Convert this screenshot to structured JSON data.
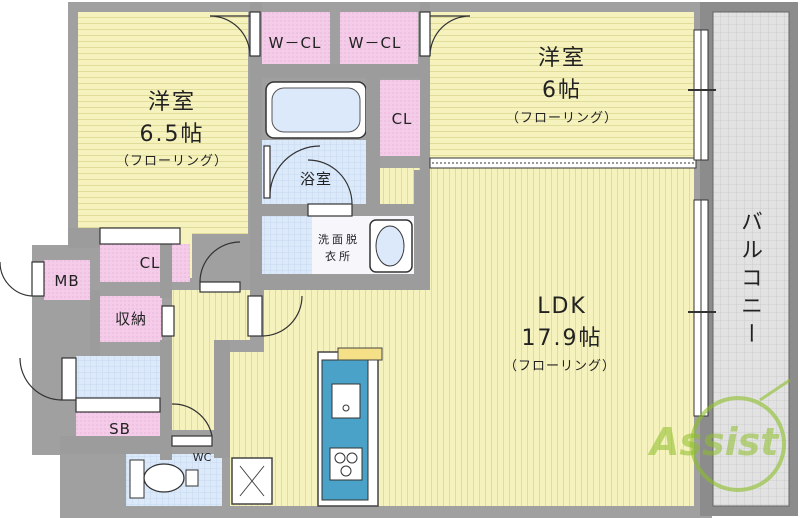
{
  "rooms": {
    "western_room_left": {
      "name": "洋室",
      "size": "6.5帖",
      "floor": "（フローリング）"
    },
    "western_room_right": {
      "name": "洋室",
      "size": "6帖",
      "floor": "（フローリング）"
    },
    "ldk": {
      "name": "LDK",
      "size": "17.9帖",
      "floor": "（フローリング）"
    }
  },
  "storage": {
    "wcl_left": "W－CL",
    "wcl_right": "W－CL",
    "cl_right": "CL",
    "cl_left": "CL",
    "mb": "MB",
    "shunou": "収納",
    "sb": "SB",
    "wc": "WC"
  },
  "wet_area": {
    "bath": "浴室",
    "washroom": "洗面脱衣所"
  },
  "balcony": "バルコニー",
  "watermark": "Assist",
  "colors": {
    "floor": "#f6f2bd",
    "closet": "#f2c7e6",
    "wet": "#dce9f8",
    "wall": "#9c9c9c",
    "balcony": "#dcdcdc",
    "watermark": "#8cbe28"
  }
}
